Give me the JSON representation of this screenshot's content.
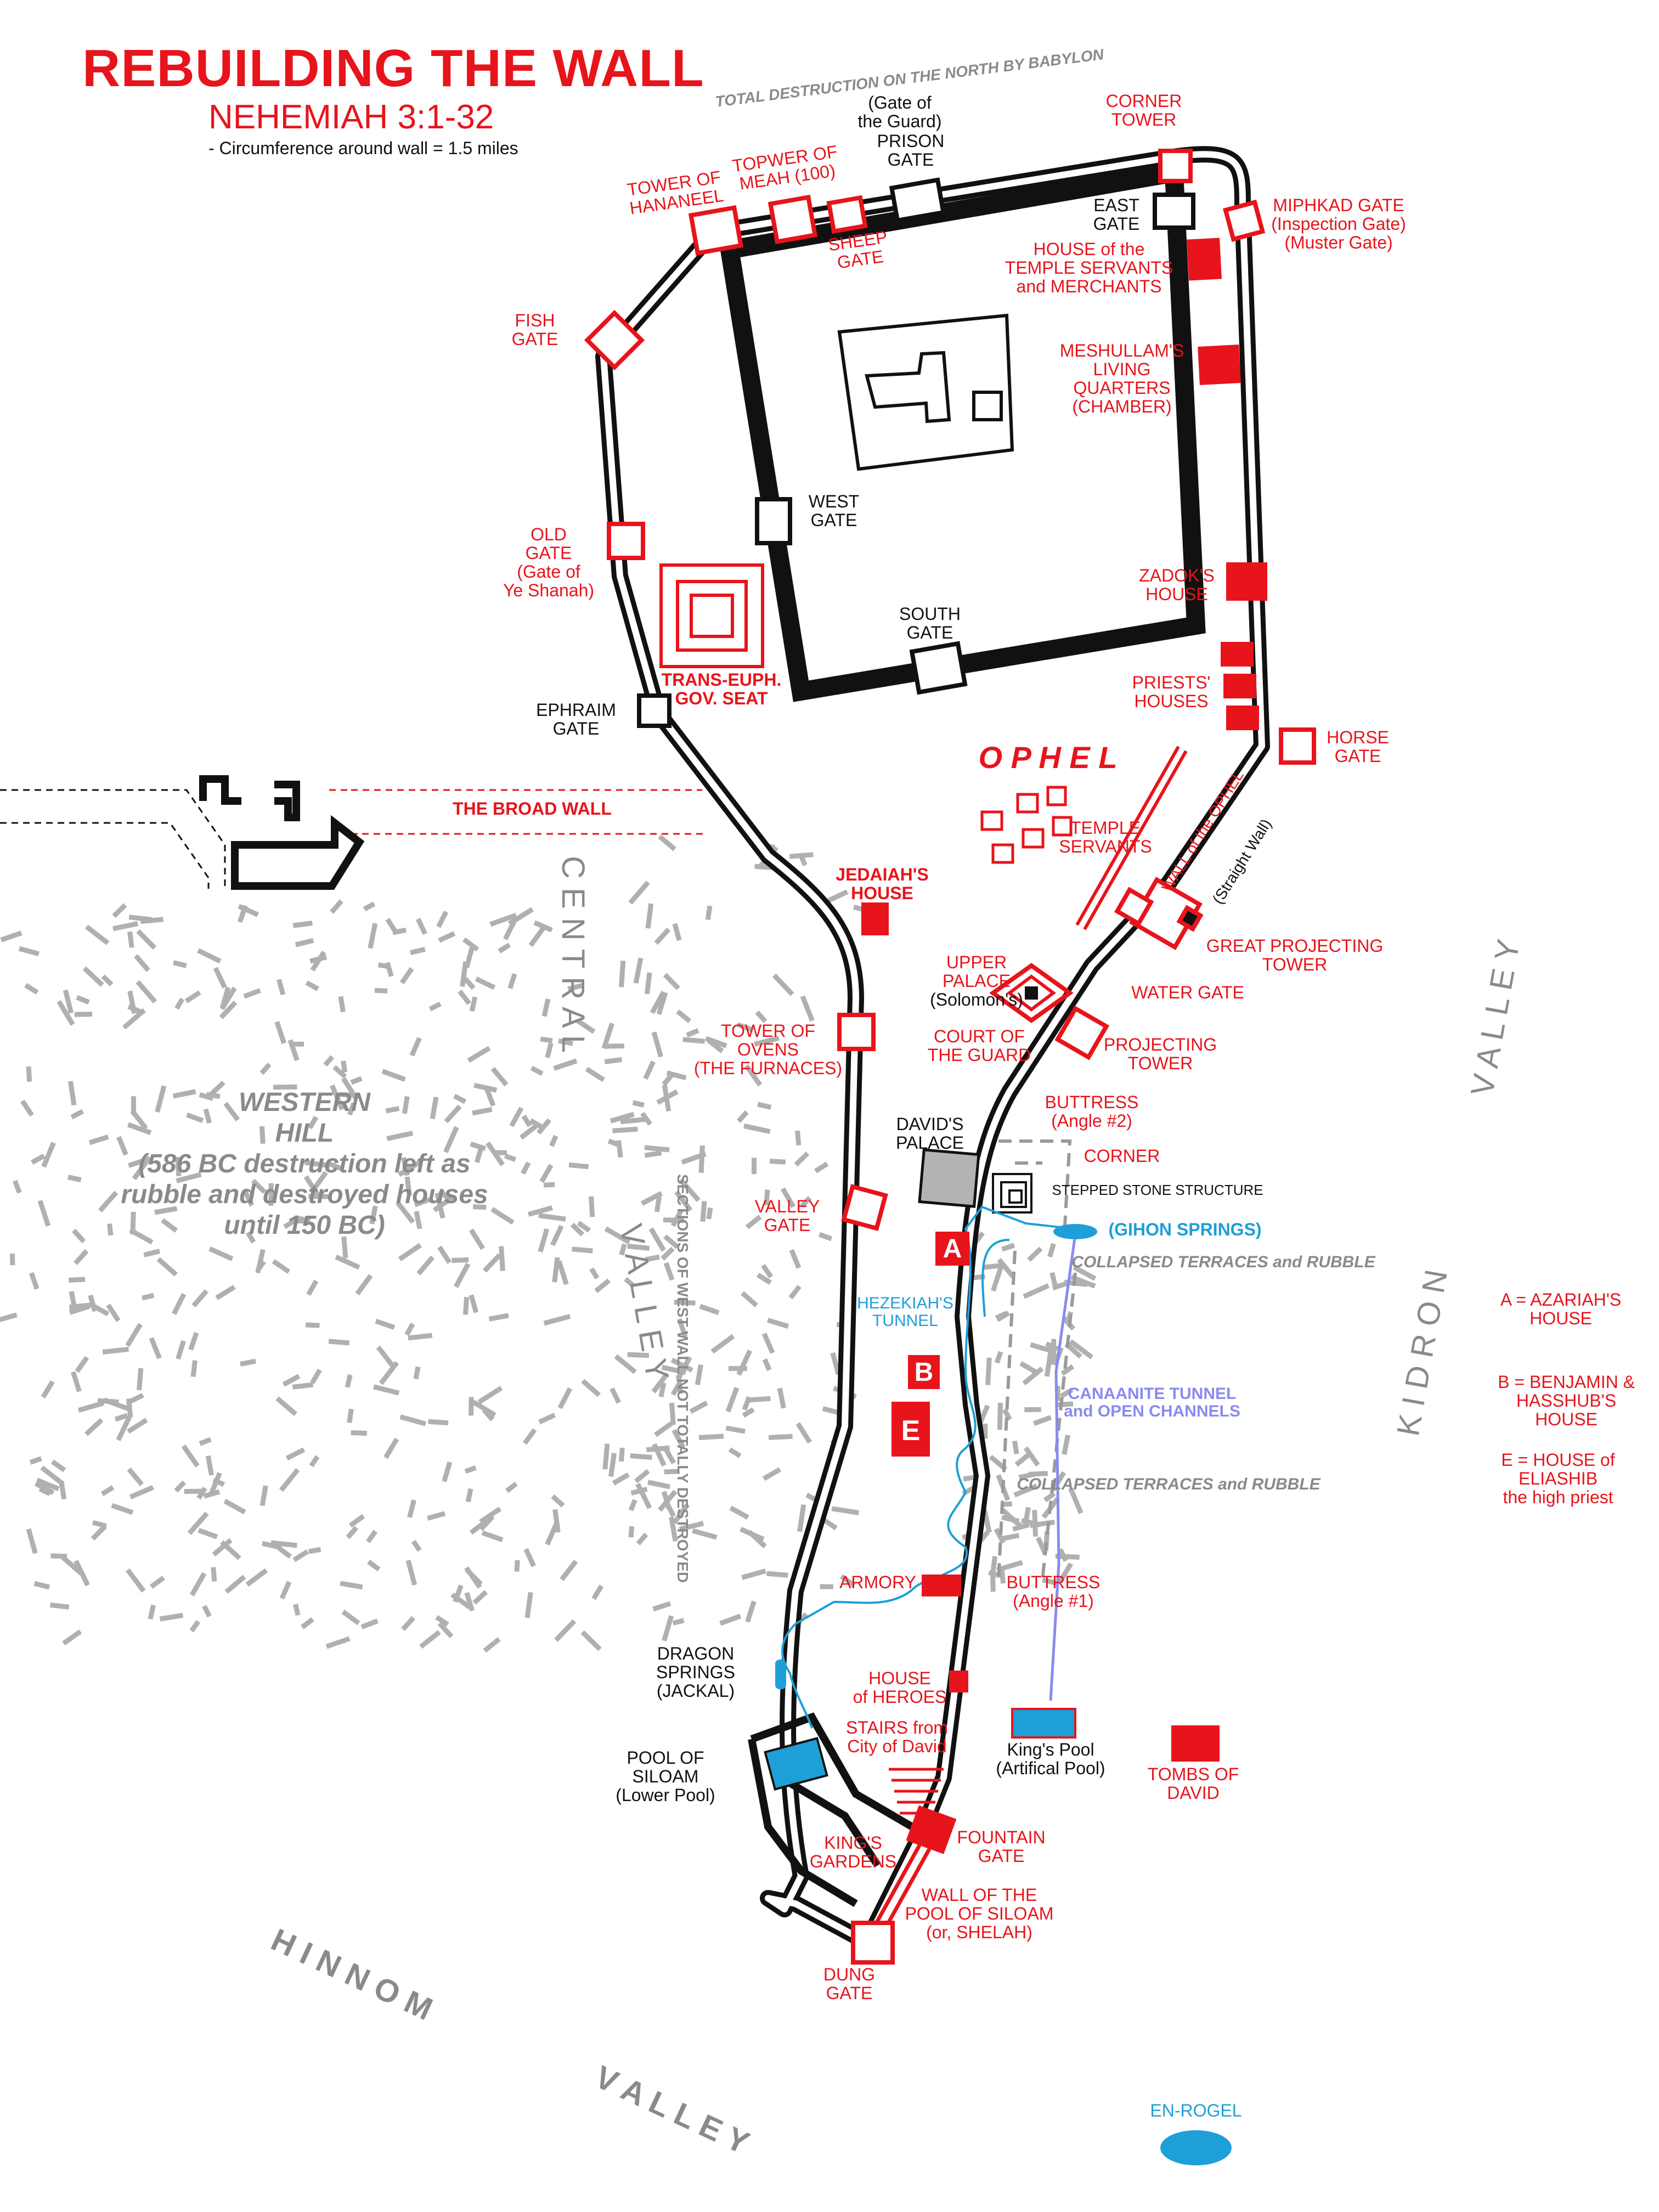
{
  "header": {
    "title": "REBUILDING THE WALL",
    "subtitle": "NEHEMIAH 3:1-32",
    "note": "- Circumference around wall = 1.5 miles",
    "north_note": "TOTAL DESTRUCTION ON THE NORTH BY BABYLON"
  },
  "colors": {
    "gate_red": "#e8141b",
    "wall_black": "#111111",
    "water_blue": "#1e9fd8",
    "tunnel_purple": "#8a8af0",
    "rubble_gray": "#a8a8a8"
  },
  "gates": {
    "corner_tower": [
      "CORNER",
      "TOWER"
    ],
    "gate_of_guard": [
      "(Gate of",
      "the Guard)"
    ],
    "prison_gate": [
      "PRISON",
      "GATE"
    ],
    "topwer_meah": [
      "TOPWER OF",
      "MEAH (100)"
    ],
    "tower_hananeel": [
      "TOWER OF",
      "HANANEEL"
    ],
    "sheep_gate": [
      "SHEEP",
      "GATE"
    ],
    "east_gate": [
      "EAST",
      "GATE"
    ],
    "miphkad_gate": [
      "MIPHKAD GATE",
      "(Inspection Gate)",
      "(Muster Gate)"
    ],
    "fish_gate": [
      "FISH",
      "GATE"
    ],
    "old_gate": [
      "OLD",
      "GATE",
      "(Gate of",
      "Ye Shanah)"
    ],
    "west_gate": [
      "WEST",
      "GATE"
    ],
    "south_gate": [
      "SOUTH",
      "GATE"
    ],
    "ephraim_gate": [
      "EPHRAIM",
      "GATE"
    ],
    "horse_gate": [
      "HORSE",
      "GATE"
    ],
    "great_projecting_tower": [
      "GREAT PROJECTING",
      "TOWER"
    ],
    "water_gate": "WATER GATE",
    "projecting_tower": [
      "PROJECTING",
      "TOWER"
    ],
    "tower_of_ovens": [
      "TOWER OF",
      "OVENS",
      "(THE  FURNACES)"
    ],
    "valley_gate": [
      "VALLEY",
      "GATE"
    ],
    "fountain_gate": [
      "FOUNTAIN",
      "GATE"
    ],
    "dung_gate": [
      "DUNG",
      "GATE"
    ]
  },
  "places": {
    "house_temple_servants": [
      "HOUSE of the",
      "TEMPLE  SERVANTS",
      "and MERCHANTS"
    ],
    "meshullam": [
      "MESHULLAM'S",
      "LIVING",
      "QUARTERS",
      "(CHAMBER)"
    ],
    "zadok": [
      "ZADOK'S",
      "HOUSE"
    ],
    "priests": [
      "PRIESTS'",
      "HOUSES"
    ],
    "trans_euph": [
      "TRANS-EUPH.",
      "GOV.  SEAT"
    ],
    "broad_wall": "THE  BROAD  WALL",
    "ophel": "O P H E L",
    "temple_servants": [
      "TEMPLE",
      "SERVANTS"
    ],
    "jedaiah": [
      "JEDAIAH'S",
      "HOUSE"
    ],
    "wall_of_ophel": "WALL of the OPHEL",
    "straight_wall": "(Straight Wall)",
    "upper_palace": [
      "UPPER",
      "PALACE",
      "(Solomon's)"
    ],
    "court_of_guard": [
      "COURT OF",
      "THE GUARD"
    ],
    "buttress_2": [
      "BUTTRESS",
      "(Angle #2)"
    ],
    "davids_palace": [
      "DAVID'S",
      "PALACE"
    ],
    "corner": "CORNER",
    "stepped_stone": "STEPPED STONE STRUCTURE",
    "gihon": "(GIHON SPRINGS)",
    "collapsed_1": "COLLAPSED TERRACES and RUBBLE",
    "collapsed_2": "COLLAPSED TERRACES and RUBBLE",
    "hezekiah": [
      "HEZEKIAH'S",
      "TUNNEL"
    ],
    "canaanite": [
      "CANAANITE TUNNEL",
      "and OPEN CHANNELS"
    ],
    "armory": "ARMORY",
    "buttress_1": [
      "BUTTRESS",
      "(Angle #1)"
    ],
    "dragon_springs": [
      "DRAGON",
      "SPRINGS",
      "(JACKAL)"
    ],
    "house_of_heroes": [
      "HOUSE",
      "of HEROES"
    ],
    "stairs": [
      "STAIRS from",
      "City of David"
    ],
    "kings_pool": [
      "King's Pool",
      "(Artifical Pool)"
    ],
    "tombs": [
      "TOMBS OF",
      "DAVID"
    ],
    "pool_siloam": [
      "POOL OF",
      "SILOAM",
      "(Lower Pool)"
    ],
    "kings_gardens": [
      "KING'S",
      "GARDENS"
    ],
    "wall_pool_siloam": [
      "WALL OF THE",
      "POOL OF SILOAM",
      "(or, SHELAH)"
    ],
    "en_rogel": "EN-ROGEL",
    "west_wall_note": "SECTIONS OF WEST WALL NOT TOTALLY DESTROYED",
    "western_hill": [
      "WESTERN",
      "HILL",
      "(586 BC destruction left as",
      "rubble and destroyed houses",
      "until 150 BC)"
    ]
  },
  "markers": {
    "a": "A",
    "b": "B",
    "e": "E"
  },
  "legend": {
    "a": [
      "A = AZARIAH'S",
      "HOUSE"
    ],
    "b": [
      "B = BENJAMIN &",
      "HASSHUB'S",
      "HOUSE"
    ],
    "e": [
      "E = HOUSE of",
      "ELIASHIB",
      "the high priest"
    ]
  },
  "valleys": {
    "central": "C E N T R A L",
    "central_valley": "V A L L E Y",
    "kidron": "K I D R O N",
    "kidron_valley": "V A L L E Y",
    "hinnom": "H I N N O M",
    "hinnom_valley": "V A L L E Y"
  }
}
